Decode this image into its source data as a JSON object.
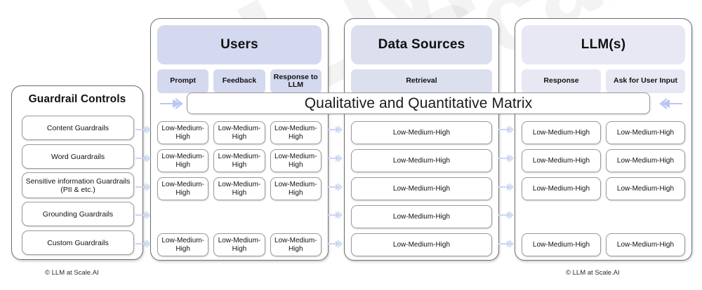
{
  "watermark": {
    "line1": "LLM at Scale.AI",
    "line2": "Scale"
  },
  "guardrails": {
    "title": "Guardrail Controls",
    "items": [
      {
        "label": "Content Guardrails"
      },
      {
        "label": "Word Guardrails"
      },
      {
        "label": "Sensitive information Guardrails (PII & etc.)"
      },
      {
        "label": "Grounding Guardrails"
      },
      {
        "label": "Custom Guardrails"
      }
    ]
  },
  "matrix_banner": {
    "title": "Qualitative and Quantitative Matrix"
  },
  "groups": [
    {
      "id": "users",
      "title": "Users",
      "header_color": "#d4d9ef",
      "chips": [
        {
          "label": "Prompt"
        },
        {
          "label": "Feedback"
        },
        {
          "label": "Response to LLM"
        }
      ],
      "rows": [
        {
          "blank": false,
          "cells": [
            "Low-Medium-High",
            "Low-Medium-High",
            "Low-Medium-High"
          ]
        },
        {
          "blank": false,
          "cells": [
            "Low-Medium-High",
            "Low-Medium-High",
            "Low-Medium-High"
          ]
        },
        {
          "blank": false,
          "cells": [
            "Low-Medium-High",
            "Low-Medium-High",
            "Low-Medium-High"
          ]
        },
        {
          "blank": true,
          "cells": [
            "",
            "",
            ""
          ]
        },
        {
          "blank": false,
          "cells": [
            "Low-Medium-High",
            "Low-Medium-High",
            "Low-Medium-High"
          ]
        }
      ]
    },
    {
      "id": "data",
      "title": "Data Sources",
      "header_color": "#dbdfee",
      "chips": [
        {
          "label": "Retrieval"
        }
      ],
      "rows": [
        {
          "blank": false,
          "cells": [
            "Low-Medium-High"
          ]
        },
        {
          "blank": false,
          "cells": [
            "Low-Medium-High"
          ]
        },
        {
          "blank": false,
          "cells": [
            "Low-Medium-High"
          ]
        },
        {
          "blank": false,
          "cells": [
            "Low-Medium-High"
          ]
        },
        {
          "blank": false,
          "cells": [
            "Low-Medium-High"
          ]
        }
      ]
    },
    {
      "id": "llm",
      "title": "LLM(s)",
      "header_color": "#e7e8f4",
      "chips": [
        {
          "label": "Response"
        },
        {
          "label": "Ask for User Input"
        }
      ],
      "rows": [
        {
          "blank": false,
          "cells": [
            "Low-Medium-High",
            "Low-Medium-High"
          ]
        },
        {
          "blank": false,
          "cells": [
            "Low-Medium-High",
            "Low-Medium-High"
          ]
        },
        {
          "blank": false,
          "cells": [
            "Low-Medium-High",
            "Low-Medium-High"
          ]
        },
        {
          "blank": true,
          "cells": [
            "",
            ""
          ]
        },
        {
          "blank": false,
          "cells": [
            "Low-Medium-High",
            "Low-Medium-High"
          ]
        }
      ]
    }
  ],
  "footers": {
    "left": "© LLM at Scale.AI",
    "right": "© LLM at Scale.AI"
  },
  "colors": {
    "arrow": "#b9c6ef",
    "panel_border": "#6e6e72",
    "cell_border": "#9a9a9e",
    "header_users": "#d4d9ef",
    "header_data": "#dbdfee",
    "header_llm": "#e7e8f4"
  }
}
